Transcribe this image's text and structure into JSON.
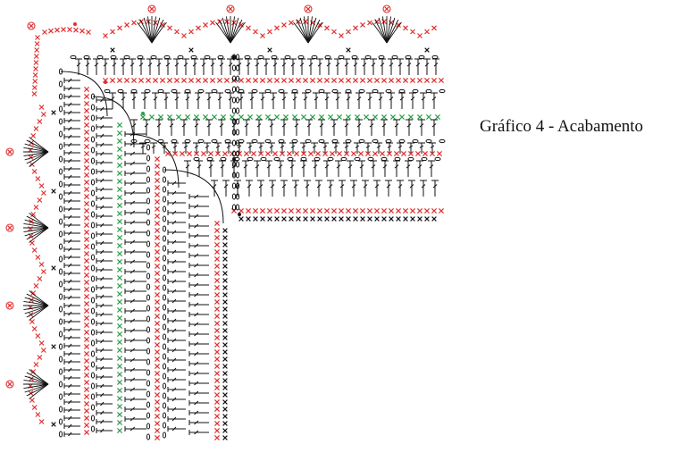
{
  "caption": "Gráfico 4 - Acabamento",
  "colors": {
    "black": "#111111",
    "red": "#e03030",
    "green": "#2e9e4a",
    "background": "#ffffff"
  },
  "symbols": [
    "chain",
    "single-crochet-x",
    "double-crochet",
    "picot",
    "slip-stitch-dot"
  ],
  "corner": "top-left"
}
